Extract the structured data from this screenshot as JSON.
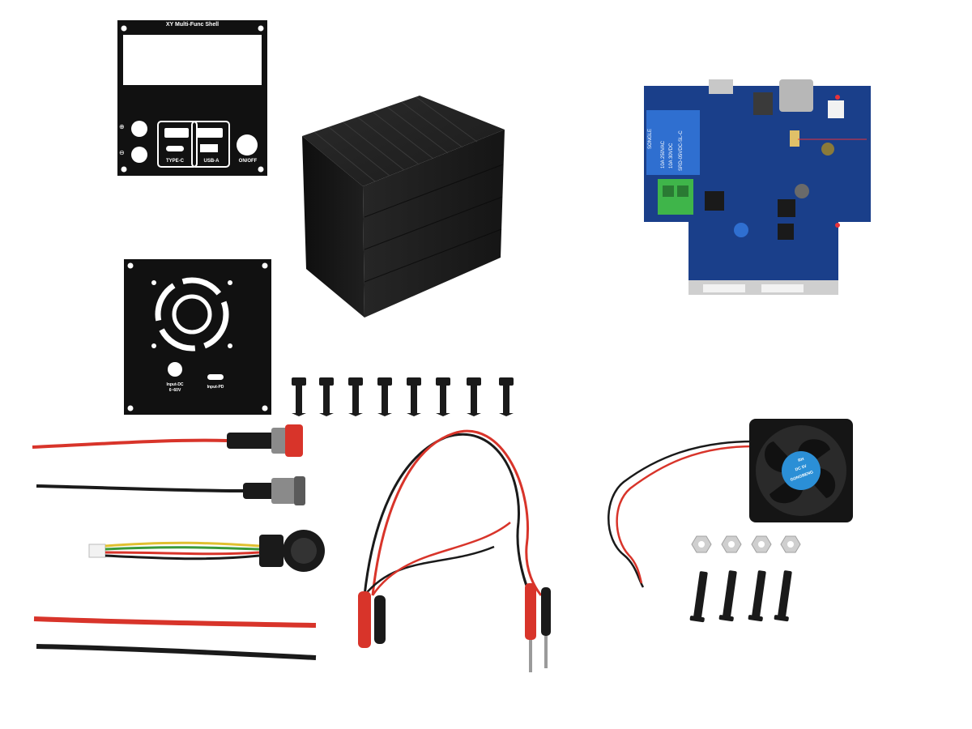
{
  "front_panel": {
    "title": "XY Multi-Func Shell",
    "label_type_c": "TYPE-C",
    "label_usb_a": "USB-A",
    "label_on_off": "ON/OFF",
    "label_plus": "⊕",
    "label_minus": "⊖"
  },
  "back_panel": {
    "label_input_dc": "Input-DC",
    "label_input_dc_range": "6~60V",
    "label_input_pd": "Input-PD"
  },
  "relay": {
    "brand": "SONGLE",
    "rating_1": "10A 250VAC",
    "rating_2": "10A 30VDC",
    "rating_3": "SRD-05VDC-SL-C"
  },
  "fan_sticker": {
    "line_1": "DC 5V",
    "line_2": "RH",
    "line_3": "GONGBENG"
  },
  "colors": {
    "panel": "#111111",
    "pcb": "#1a3f8a",
    "wire_red": "#d8342a",
    "wire_black": "#1a1a1a",
    "terminal_green": "#3fb54a",
    "fan_sticker": "#2b8fd6"
  }
}
